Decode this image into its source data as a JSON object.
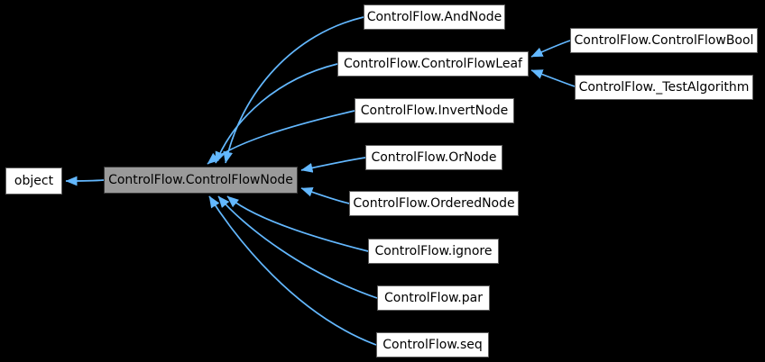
{
  "graph": {
    "type": "inheritance-diagram",
    "colors": {
      "background": "#000000",
      "arrow": "#63b8ff",
      "node_fill": "#ffffff",
      "node_border": "#5f5f5f",
      "highlight_fill": "#9a9a9a",
      "highlight_border": "#3a3a3a",
      "text": "#000000"
    },
    "nodes": [
      {
        "id": "object",
        "label": "object"
      },
      {
        "id": "controlflownode",
        "label": "ControlFlow.ControlFlowNode",
        "current": true
      },
      {
        "id": "andnode",
        "label": "ControlFlow.AndNode"
      },
      {
        "id": "controlflowleaf",
        "label": "ControlFlow.ControlFlowLeaf"
      },
      {
        "id": "controlflowbool",
        "label": "ControlFlow.ControlFlowBool"
      },
      {
        "id": "testalgorithm",
        "label": "ControlFlow._TestAlgorithm"
      },
      {
        "id": "invertnode",
        "label": "ControlFlow.InvertNode"
      },
      {
        "id": "ornode",
        "label": "ControlFlow.OrNode"
      },
      {
        "id": "orderednode",
        "label": "ControlFlow.OrderedNode"
      },
      {
        "id": "ignore",
        "label": "ControlFlow.ignore"
      },
      {
        "id": "par",
        "label": "ControlFlow.par"
      },
      {
        "id": "seq",
        "label": "ControlFlow.seq"
      }
    ],
    "edges": [
      {
        "from": "ControlFlow.ControlFlowNode",
        "to": "object"
      },
      {
        "from": "ControlFlow.AndNode",
        "to": "ControlFlow.ControlFlowNode"
      },
      {
        "from": "ControlFlow.ControlFlowLeaf",
        "to": "ControlFlow.ControlFlowNode"
      },
      {
        "from": "ControlFlow.InvertNode",
        "to": "ControlFlow.ControlFlowNode"
      },
      {
        "from": "ControlFlow.OrNode",
        "to": "ControlFlow.ControlFlowNode"
      },
      {
        "from": "ControlFlow.OrderedNode",
        "to": "ControlFlow.ControlFlowNode"
      },
      {
        "from": "ControlFlow.ignore",
        "to": "ControlFlow.ControlFlowNode"
      },
      {
        "from": "ControlFlow.par",
        "to": "ControlFlow.ControlFlowNode"
      },
      {
        "from": "ControlFlow.seq",
        "to": "ControlFlow.ControlFlowNode"
      },
      {
        "from": "ControlFlow.ControlFlowBool",
        "to": "ControlFlow.ControlFlowLeaf"
      },
      {
        "from": "ControlFlow._TestAlgorithm",
        "to": "ControlFlow.ControlFlowLeaf"
      }
    ]
  }
}
